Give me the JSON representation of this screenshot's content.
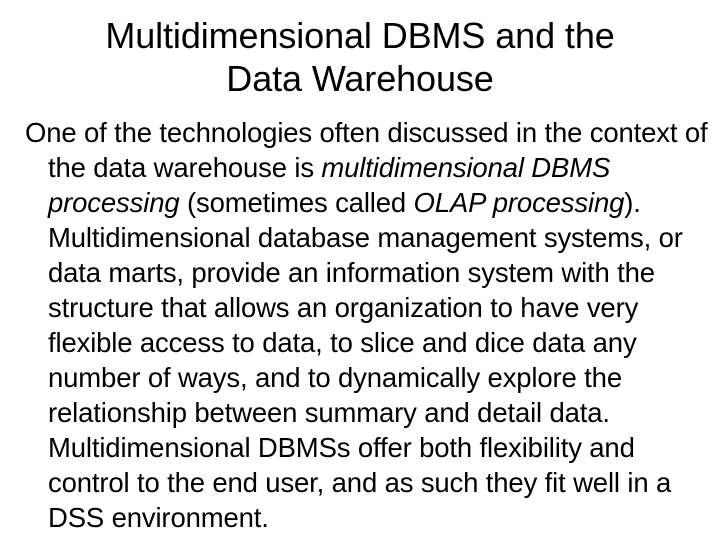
{
  "slide": {
    "background_color": "#ffffff",
    "text_color": "#000000",
    "title": "Multidimensional DBMS and the\nData Warehouse",
    "title_line_1": "Multidimensional DBMS and the",
    "title_line_2": "Data Warehouse",
    "body_plain_text": "One of the technologies often discussed in the context of the data warehouse is multidimensional DBMS processing (sometimes called OLAP processing). Multidimensional database management systems, or data marts, provide an information system with the structure that allows an organization to have very flexible access to data, to slice and dice data any number of ways, and to dynamically explore the relationship between summary and detail data.  Multidimensional DBMSs offer both flexibility and control to the end user, and as such they fit well in a DSS environment.",
    "body_runs": [
      {
        "style": "roman",
        "text": "One of the technologies often discussed in the context of the data warehouse is "
      },
      {
        "style": "italic",
        "text": "multidimensional DBMS processing"
      },
      {
        "style": "roman",
        "text": " (sometimes called "
      },
      {
        "style": "italic",
        "text": "OLAP processing"
      },
      {
        "style": "roman",
        "text": "). Multidimensional database management systems, or data marts, provide an information system with the structure that allows an organization to have very flexible access to data, to slice and dice data any number of ways, and to dynamically explore the relationship between summary and detail data.  Multidimensional DBMSs offer both flexibility and control to the end user, and as such they fit well in a DSS environment."
      }
    ]
  }
}
